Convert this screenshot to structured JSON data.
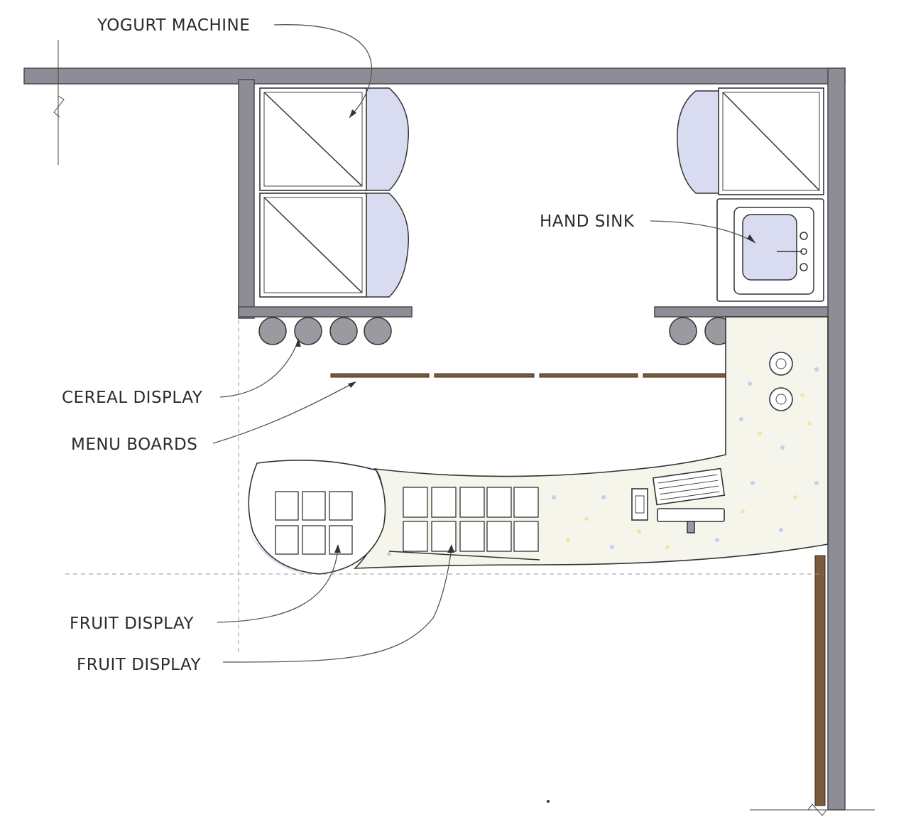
{
  "labels": {
    "yogurt_machine": "YOGURT MACHINE",
    "hand_sink": "HAND SINK",
    "cereal_display": "CEREAL DISPLAY",
    "menu_boards": "MENU BOARDS",
    "fruit_display_1": "FRUIT DISPLAY",
    "fruit_display_2": "FRUIT DISPLAY"
  },
  "colors": {
    "wall": "#8e8d96",
    "menu_board": "#7a5b3e",
    "counter": "#f5f5ec",
    "speckle_blue": "#bcd3ef",
    "speckle_yellow": "#f2e4a9"
  }
}
